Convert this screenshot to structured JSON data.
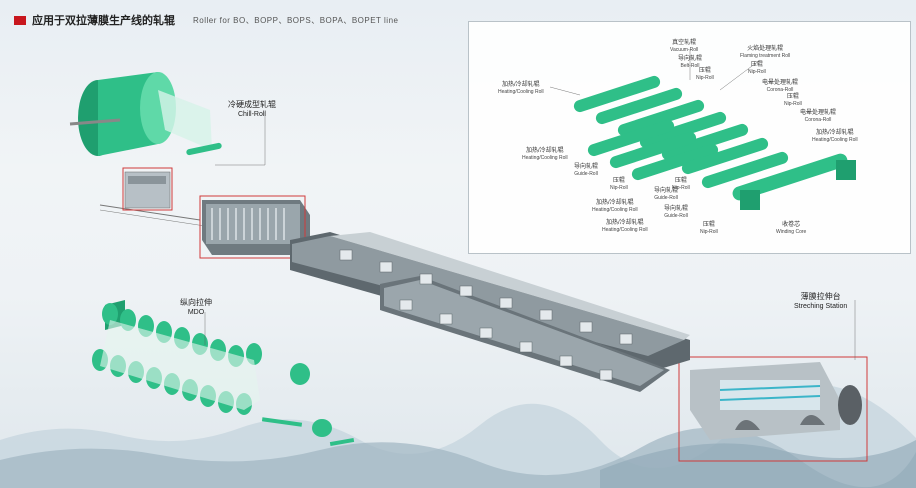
{
  "title": {
    "zh": "应用于双拉薄膜生产线的轧辊",
    "en": "Roller for BO、BOPP、BOPS、BOPA、BOPET line"
  },
  "labels": {
    "chill_roll": {
      "zh": "冷硬成型轧辊",
      "en": "Chill-Roll"
    },
    "mdo": {
      "zh": "纵向拉伸",
      "en": "MDO"
    },
    "stretching": {
      "zh": "薄膜拉伸台",
      "en": "Streching Station"
    }
  },
  "inset": {
    "vacuum": {
      "zh": "真空轧辊",
      "en": "Vacuum-Roll"
    },
    "flaming": {
      "zh": "火焰处理轧辊",
      "en": "Flaming treatment Roll"
    },
    "belt": {
      "zh": "导向轧辊",
      "en": "Belt-Roll"
    },
    "nip": {
      "zh": "压辊",
      "en": "Nip-Roll"
    },
    "corona": {
      "zh": "电晕处理轧辊",
      "en": "Corona-Roll"
    },
    "heating": {
      "zh": "加热/冷却轧辊",
      "en": "Heating/Cooling Roll"
    },
    "guide": {
      "zh": "导向轧辊",
      "en": "Guide-Roll"
    },
    "winding": {
      "zh": "收卷芯",
      "en": "Winding Core"
    }
  },
  "colors": {
    "roll_green": "#2fbf88",
    "highlight_red": "#d03a3a",
    "title_marker": "#c8161d"
  }
}
